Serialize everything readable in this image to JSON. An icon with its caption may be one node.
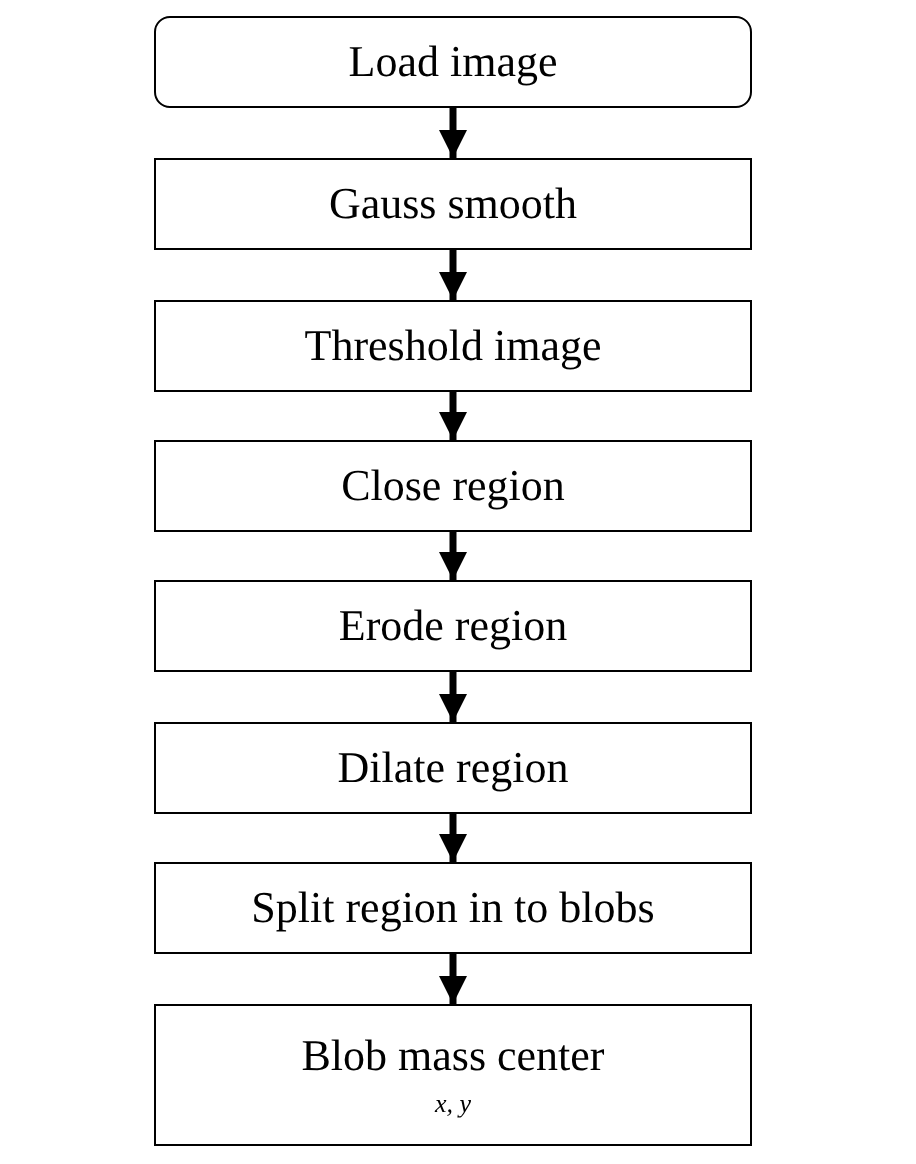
{
  "diagram": {
    "nodes": [
      {
        "text": [
          "Load image"
        ]
      },
      {
        "text": [
          "Gauss smooth"
        ]
      },
      {
        "text": [
          "Threshold image"
        ]
      },
      {
        "text": [
          "Close region"
        ]
      },
      {
        "text": [
          "Erode region"
        ]
      },
      {
        "text": [
          "Dilate region"
        ]
      },
      {
        "text": [
          "Split region in to blobs"
        ]
      },
      {
        "text": [
          "Blob mass center",
          "x, y"
        ]
      }
    ],
    "edges": [
      {
        "from": 0,
        "to": 1,
        "arrow": "to"
      },
      {
        "from": 1,
        "to": 2,
        "arrow": "to"
      },
      {
        "from": 2,
        "to": 3,
        "arrow": "to"
      },
      {
        "from": 3,
        "to": 4,
        "arrow": "to"
      },
      {
        "from": 4,
        "to": 5,
        "arrow": "to"
      },
      {
        "from": 5,
        "to": 6,
        "arrow": "to"
      },
      {
        "from": 6,
        "to": 7,
        "arrow": "to"
      }
    ]
  }
}
